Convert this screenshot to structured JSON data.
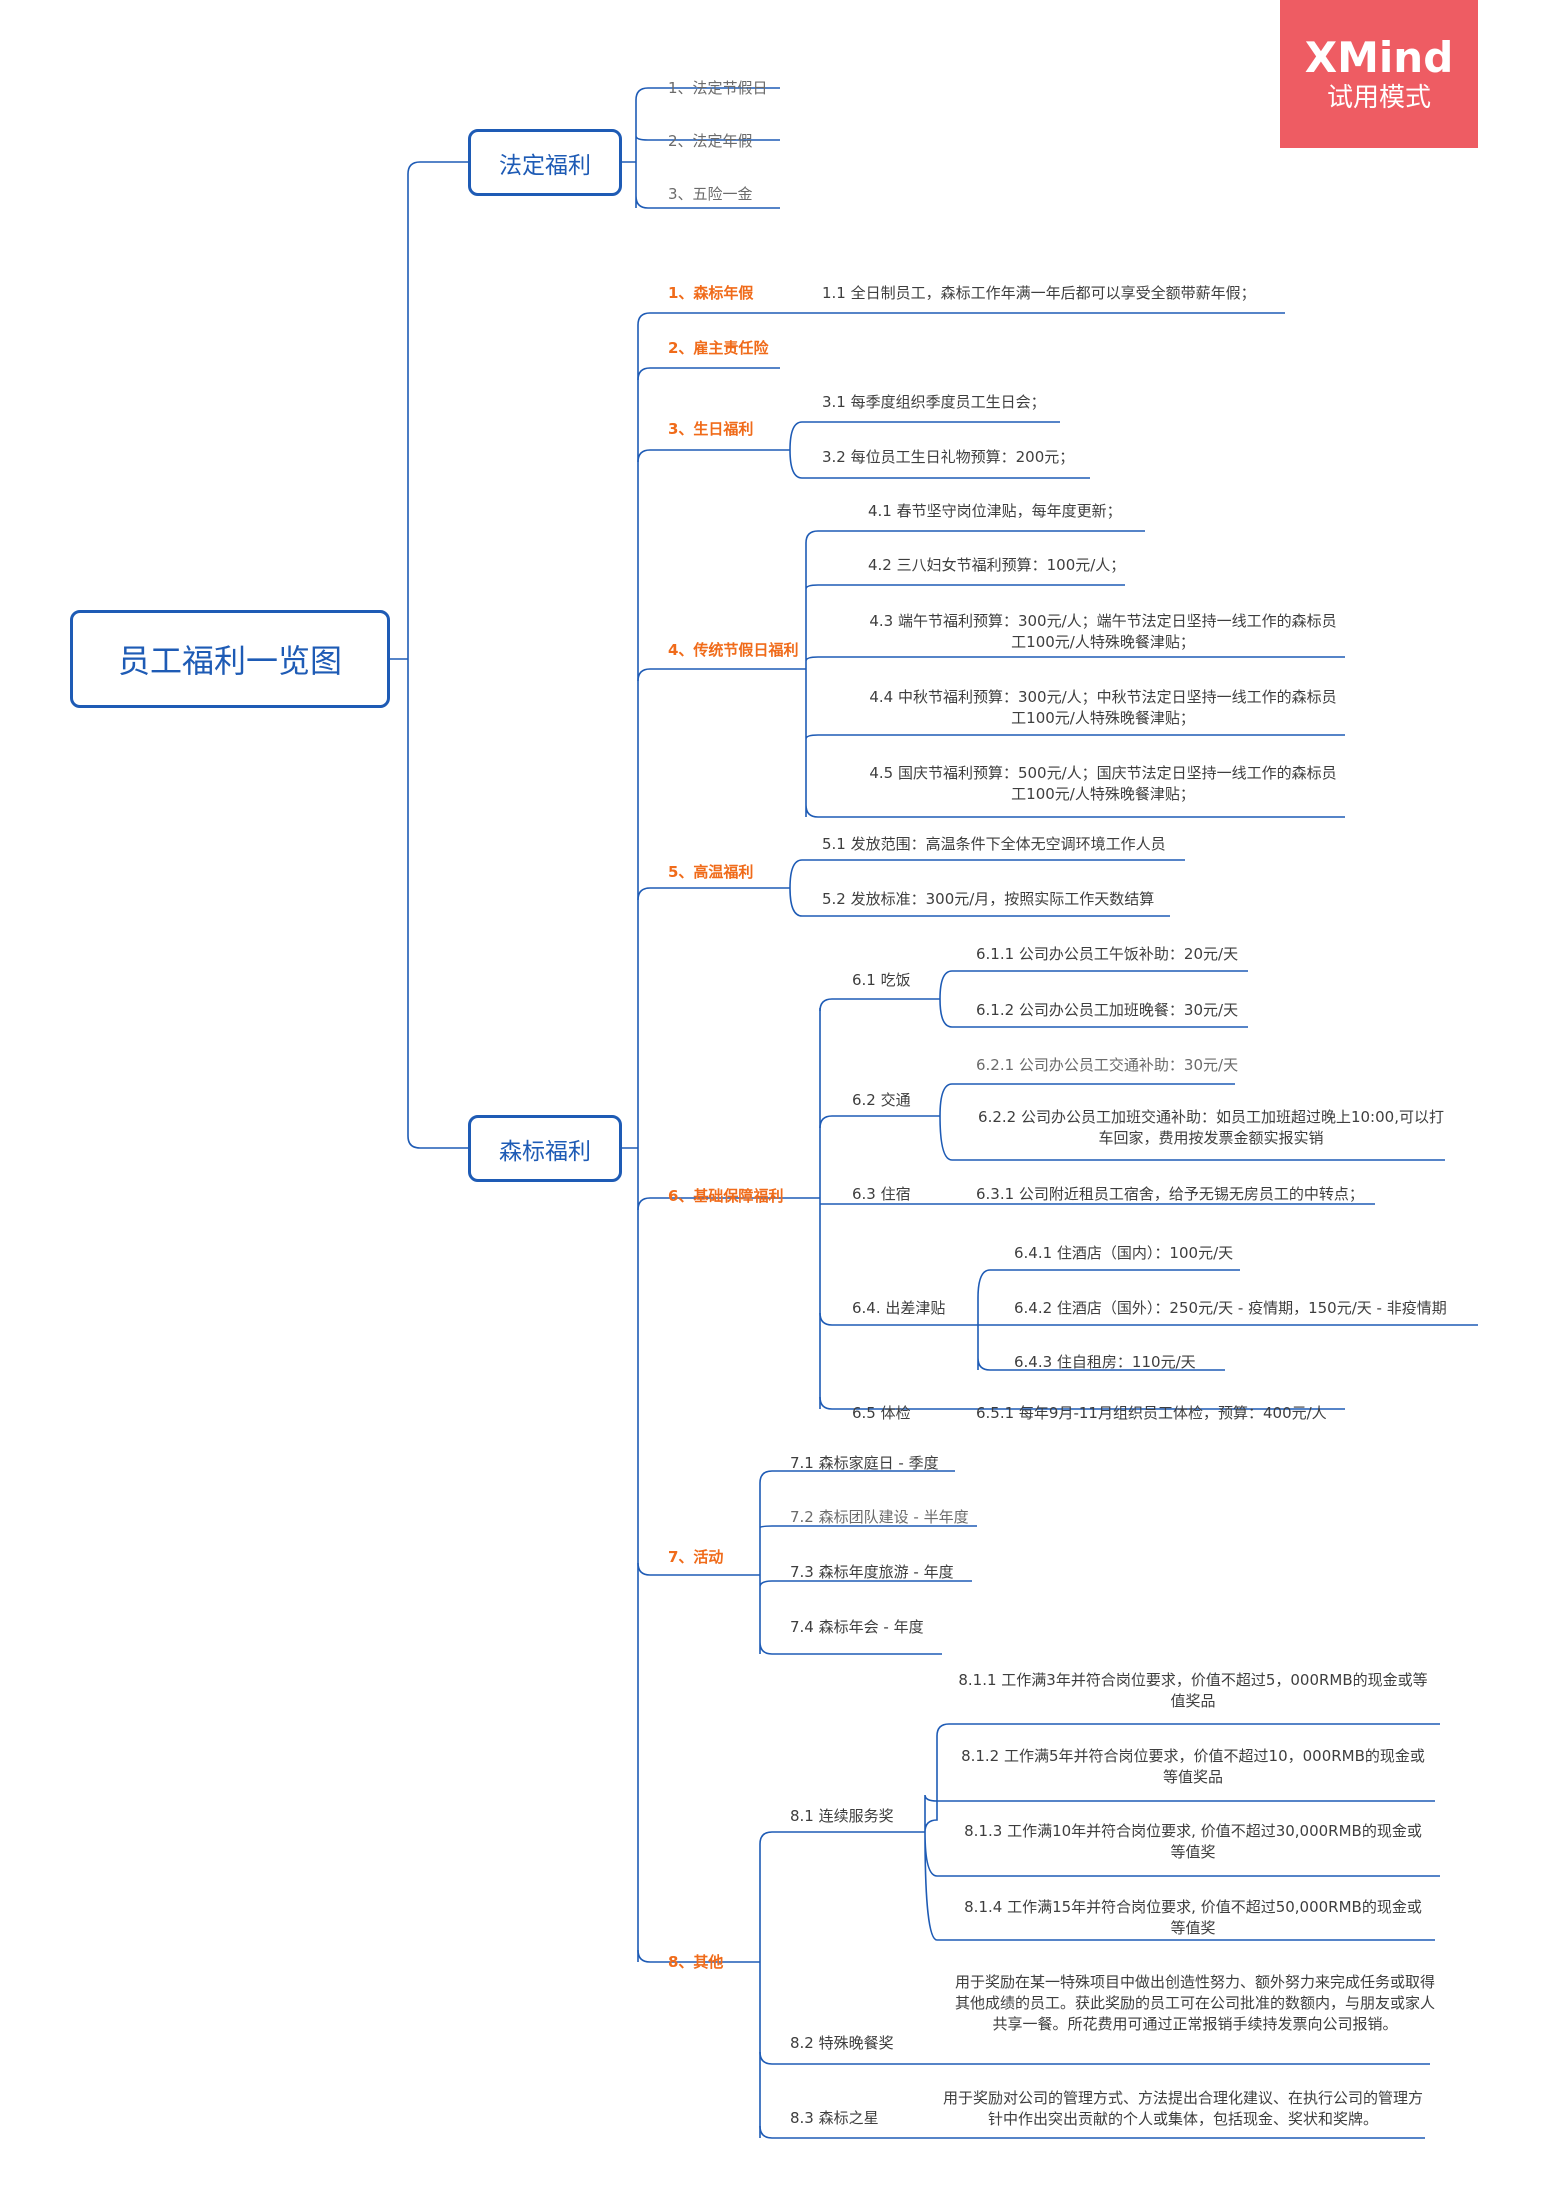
{
  "watermark": {
    "brand": "XMind",
    "label": "试用模式",
    "color": "#ee5c63"
  },
  "colors": {
    "line": "#1e5bb5",
    "category": "#f06b1a",
    "text": "#3e3e3e"
  },
  "mindmap": {
    "root": "员工福利一览图",
    "statutory": {
      "title": "法定福利",
      "items": [
        "1、法定节假日",
        "2、法定年假",
        "3、五险一金"
      ]
    },
    "company": {
      "title": "森标福利",
      "cat1": {
        "title": "1、森标年假",
        "item": "1.1 全日制员工，森标工作年满一年后都可以享受全额带薪年假；"
      },
      "cat2": {
        "title": "2、雇主责任险"
      },
      "cat3": {
        "title": "3、生日福利",
        "items": [
          "3.1 每季度组织季度员工生日会；",
          "3.2 每位员工生日礼物预算：200元；"
        ]
      },
      "cat4": {
        "title": "4、传统节假日福利",
        "items": [
          "4.1  春节坚守岗位津贴，每年度更新；",
          "4.2 三八妇女节福利预算：100元/人；",
          "4.3 端午节福利预算：300元/人；端午节法定日坚持一线工作的森标员工100元/人特殊晚餐津贴；",
          "4.4 中秋节福利预算：300元/人；中秋节法定日坚持一线工作的森标员工100元/人特殊晚餐津贴；",
          "4.5 国庆节福利预算：500元/人；国庆节法定日坚持一线工作的森标员工100元/人特殊晚餐津贴；"
        ]
      },
      "cat5": {
        "title": "5、高温福利",
        "items": [
          "5.1 发放范围：高温条件下全体无空调环境工作人员",
          "5.2 发放标准：300元/月，按照实际工作天数结算"
        ]
      },
      "cat6": {
        "title": "6、基础保障福利",
        "meal": {
          "title": "6.1 吃饭",
          "items": [
            "6.1.1 公司办公员工午饭补助：20元/天",
            "6.1.2 公司办公员工加班晚餐：30元/天"
          ]
        },
        "traffic": {
          "title": "6.2 交通",
          "items": [
            "6.2.1 公司办公员工交通补助：30元/天",
            "6.2.2 公司办公员工加班交通补助：如员工加班超过晚上10:00,可以打车回家，费用按发票金额实报实销"
          ]
        },
        "lodging": {
          "title": "6.3 住宿",
          "item": "6.3.1 公司附近租员工宿舍，给予无锡无房员工的中转点；"
        },
        "travel": {
          "title": "6.4. 出差津贴",
          "items": [
            "6.4.1 住酒店（国内）：100元/天",
            "6.4.2 住酒店（国外）：250元/天 - 疫情期，150元/天 - 非疫情期",
            "6.4.3 住自租房：110元/天"
          ]
        },
        "checkup": {
          "title": "6.5 体检",
          "item": "6.5.1 每年9月-11月组织员工体检，预算：400元/人"
        }
      },
      "cat7": {
        "title": "7、活动",
        "items": [
          "7.1 森标家庭日 - 季度",
          "7.2 森标团队建设 - 半年度",
          "7.3 森标年度旅游 - 年度",
          "7.4  森标年会 - 年度"
        ]
      },
      "cat8": {
        "title": "8、其他",
        "service": {
          "title": "8.1 连续服务奖",
          "items": [
            "8.1.1 工作满3年并符合岗位要求，价值不超过5，000RMB的现金或等值奖品",
            "8.1.2 工作满5年并符合岗位要求，价值不超过10，000RMB的现金或等值奖品",
            "8.1.3 工作满10年并符合岗位要求, 价值不超过30,000RMB的现金或等值奖",
            "8.1.4 工作满15年并符合岗位要求, 价值不超过50,000RMB的现金或等值奖"
          ]
        },
        "dinner": {
          "title": "8.2 特殊晚餐奖",
          "desc": "用于奖励在某一特殊项目中做出创造性努力、额外努力来完成任务或取得其他成绩的员工。获此奖励的员工可在公司批准的数额内，与朋友或家人共享一餐。所花费用可通过正常报销手续持发票向公司报销。"
        },
        "star": {
          "title": "8.3 森标之星",
          "desc": "用于奖励对公司的管理方式、方法提出合理化建议、在执行公司的管理方针中作出突出贡献的个人或集体，包括现金、奖状和奖牌。"
        }
      }
    }
  }
}
